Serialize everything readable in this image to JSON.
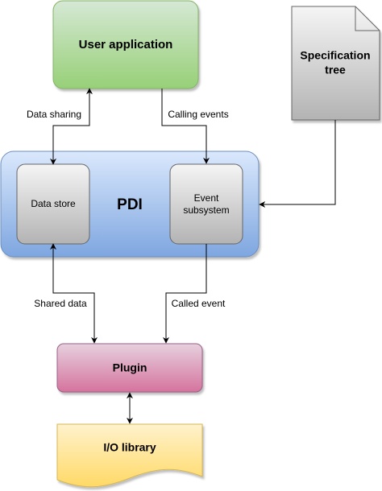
{
  "nodes": {
    "user_application": "User application",
    "specification_tree_line1": "Specification",
    "specification_tree_line2": "tree",
    "pdi": "PDI",
    "data_store": "Data store",
    "event_subsystem_line1": "Event",
    "event_subsystem_line2": "subsystem",
    "plugin": "Plugin",
    "io_library": "I/O library"
  },
  "edges": {
    "data_sharing": "Data sharing",
    "calling_events": "Calling events",
    "shared_data": "Shared data",
    "called_event": "Called event"
  },
  "colors": {
    "user_app_fill": "#d5e8d4",
    "user_app_stroke": "#82b366",
    "pdi_fill": "#dae8fc",
    "pdi_stroke": "#6c8ebf",
    "inner_fill": "#f5f5f5",
    "inner_stroke": "#666666",
    "plugin_fill": "#e6d0de",
    "plugin_stroke": "#996185",
    "io_fill": "#fff2cc",
    "io_stroke": "#d6b656",
    "spec_fill": "#f5f5f5",
    "spec_stroke": "#666666"
  }
}
